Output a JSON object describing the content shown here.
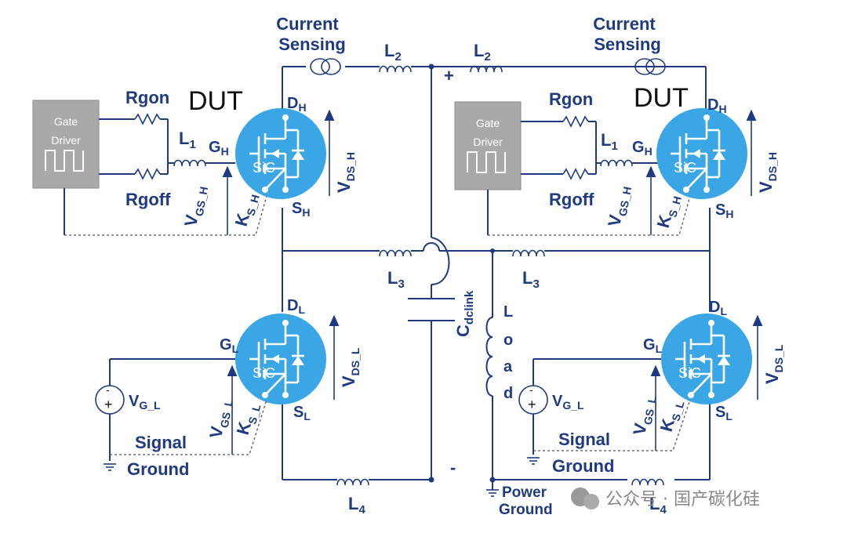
{
  "labels": {
    "current_sensing_line1": "Current",
    "current_sensing_line2": "Sensing",
    "l1": "L",
    "l1_sub": "1",
    "l2": "L",
    "l2_sub": "2",
    "l3": "L",
    "l3_sub": "3",
    "l4": "L",
    "l4_sub": "4",
    "dut": "DUT",
    "rgon": "Rgon",
    "rgoff": "Rgoff",
    "gate_driver_line1": "Gate",
    "gate_driver_line2": "Driver",
    "d_h": "D",
    "d_h_sub": "H",
    "s_h": "S",
    "s_h_sub": "H",
    "g_h": "G",
    "g_h_sub": "H",
    "d_l": "D",
    "d_l_sub": "L",
    "s_l": "S",
    "s_l_sub": "L",
    "g_l": "G",
    "g_l_sub": "L",
    "vds_h": "V",
    "vds_h_sub": "DS_H",
    "vds_l": "V",
    "vds_l_sub": "DS_L",
    "vgs_h": "V",
    "vgs_h_sub": "GS_H",
    "vgs_l": "V",
    "vgs_l_sub": "GS_L",
    "ks_h": "K",
    "ks_h_sub": "S_H",
    "ks_l": "K",
    "ks_l_sub": "S_L",
    "vg_l": "V",
    "vg_l_sub": "G_L",
    "sic": "SiC",
    "signal": "Signal",
    "ground": "Ground",
    "power": "Power",
    "power_ground": "Ground",
    "plus": "+",
    "minus": "-",
    "cdc": "C",
    "cdc_sub": "dclink",
    "load_letters": [
      "L",
      "o",
      "a",
      "d"
    ],
    "src_plus": "+",
    "src_minus": "-"
  },
  "watermark": "公众号 · 国产碳化硅",
  "colors": {
    "wire": "#1f3a80",
    "mosfet": "#3aa6e6",
    "gate_driver": "#a9a9a9",
    "label": "#1f3a80"
  }
}
